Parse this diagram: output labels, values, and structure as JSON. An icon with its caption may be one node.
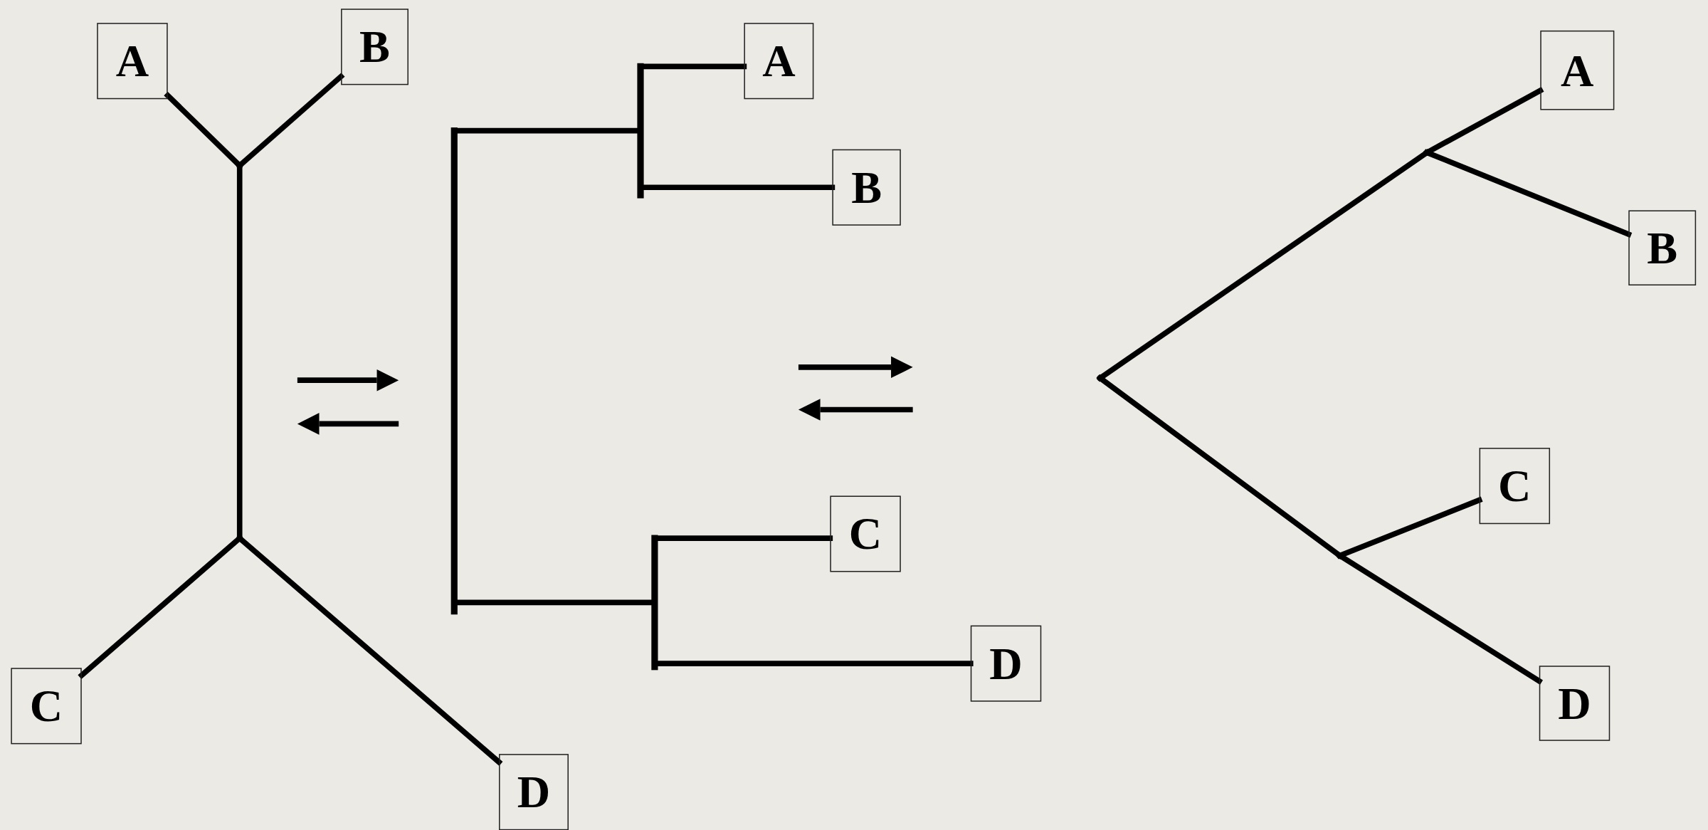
{
  "diagram": {
    "nodes": [
      {
        "text": [
          "A"
        ]
      },
      {
        "text": [
          "B"
        ]
      },
      {
        "text": [
          "C"
        ]
      },
      {
        "text": [
          "D"
        ]
      },
      {
        "text": [],
        "shape": "point"
      },
      {
        "text": [],
        "shape": "point"
      },
      {
        "text": [
          "A"
        ]
      },
      {
        "text": [
          "B"
        ]
      },
      {
        "text": [
          "C"
        ]
      },
      {
        "text": [
          "D"
        ]
      },
      {
        "text": [],
        "shape": "bar"
      },
      {
        "text": [],
        "shape": "bar"
      },
      {
        "text": [],
        "shape": "bar"
      },
      {
        "text": [
          "A"
        ]
      },
      {
        "text": [
          "B"
        ]
      },
      {
        "text": [
          "C"
        ]
      },
      {
        "text": [
          "D"
        ]
      },
      {
        "text": [],
        "shape": "point"
      },
      {
        "text": [],
        "shape": "point"
      },
      {
        "text": [],
        "shape": "point"
      }
    ],
    "edges": [
      {
        "from": 4,
        "to": 0,
        "arrow": "none"
      },
      {
        "from": 4,
        "to": 1,
        "arrow": "none"
      },
      {
        "from": 4,
        "to": 5,
        "arrow": "none"
      },
      {
        "from": 5,
        "to": 2,
        "arrow": "none"
      },
      {
        "from": 5,
        "to": 3,
        "arrow": "none"
      },
      {
        "from": 10,
        "to": 11,
        "arrow": "none"
      },
      {
        "from": 11,
        "to": 6,
        "arrow": "none"
      },
      {
        "from": 11,
        "to": 7,
        "arrow": "none"
      },
      {
        "from": 10,
        "to": 12,
        "arrow": "none"
      },
      {
        "from": 12,
        "to": 8,
        "arrow": "none"
      },
      {
        "from": 12,
        "to": 9,
        "arrow": "none"
      },
      {
        "from": 17,
        "to": 18,
        "arrow": "none"
      },
      {
        "from": 18,
        "to": 13,
        "arrow": "none"
      },
      {
        "from": 18,
        "to": 14,
        "arrow": "none"
      },
      {
        "from": 17,
        "to": 19,
        "arrow": "none"
      },
      {
        "from": 19,
        "to": 15,
        "arrow": "none"
      },
      {
        "from": 19,
        "to": 16,
        "arrow": "none"
      }
    ]
  }
}
